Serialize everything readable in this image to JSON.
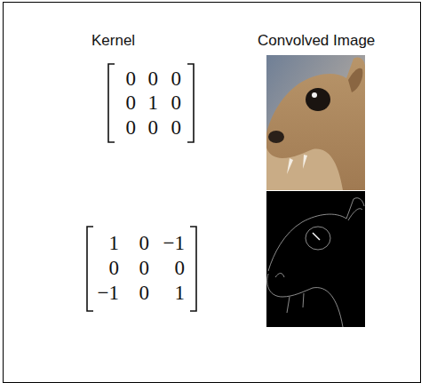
{
  "diagram": {
    "labels": [
      "Kernel",
      "Convolved Image",
      "0",
      "0",
      "0",
      "0",
      "1",
      "0",
      "0",
      "0",
      "0",
      "1",
      "0",
      "−1",
      "0",
      "0",
      "0",
      "−1",
      "0",
      "1"
    ]
  }
}
